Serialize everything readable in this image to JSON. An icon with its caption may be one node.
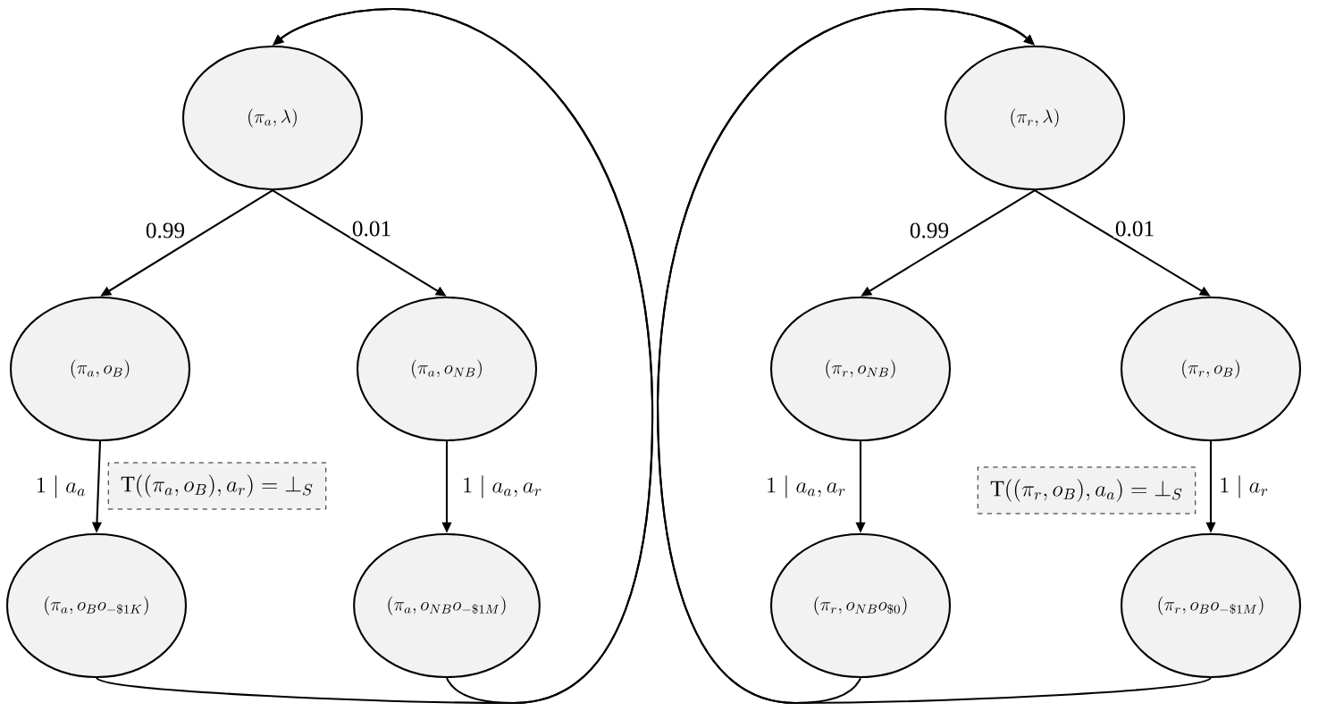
{
  "diagram": {
    "nodes": [
      {
        "text": [
          "(\\pi_a, \\lambda)"
        ]
      },
      {
        "text": [
          "(\\pi_a, o_B)"
        ]
      },
      {
        "text": [
          "(\\pi_a, o_{NB})"
        ]
      },
      {
        "text": [
          "(\\pi_a, o_B o_{-\\$1K})"
        ]
      },
      {
        "text": [
          "(\\pi_a, o_{NB} o_{-\\$1M})"
        ]
      },
      {
        "text": [
          "(\\pi_r, \\lambda)"
        ]
      },
      {
        "text": [
          "(\\pi_r, o_{NB})"
        ]
      },
      {
        "text": [
          "(\\pi_r, o_B)"
        ]
      },
      {
        "text": [
          "(\\pi_r, o_{NB} o_{\\$0})"
        ]
      },
      {
        "text": [
          "(\\pi_r, o_B o_{-\\$1M})"
        ]
      },
      {
        "text": [
          "\\mathrm{T}((\\pi_a, o_B), a_r) = \\bot_S"
        ]
      },
      {
        "text": [
          "\\mathrm{T}((\\pi_r, o_B), a_a) = \\bot_S"
        ]
      }
    ],
    "edges": [
      {
        "from": 0,
        "to": 1,
        "arrow": "to",
        "label": "0.99"
      },
      {
        "from": 0,
        "to": 2,
        "arrow": "to",
        "label": "0.01"
      },
      {
        "from": 1,
        "to": 3,
        "arrow": "to",
        "label": "1 \\mid a_a"
      },
      {
        "from": 2,
        "to": 4,
        "arrow": "to",
        "label": "1 \\mid a_a, a_r"
      },
      {
        "from": 5,
        "to": 6,
        "arrow": "to",
        "label": "0.99"
      },
      {
        "from": 5,
        "to": 7,
        "arrow": "to",
        "label": "0.01"
      },
      {
        "from": 6,
        "to": 8,
        "arrow": "to",
        "label": "1 \\mid a_a, a_r"
      },
      {
        "from": 7,
        "to": 9,
        "arrow": "to",
        "label": "1 \\mid a_r"
      },
      {
        "from": 3,
        "to": 0,
        "arrow": "to"
      },
      {
        "from": 4,
        "to": 0,
        "arrow": "to"
      },
      {
        "from": 8,
        "to": 5,
        "arrow": "to"
      },
      {
        "from": 9,
        "to": 5,
        "arrow": "to"
      }
    ]
  }
}
